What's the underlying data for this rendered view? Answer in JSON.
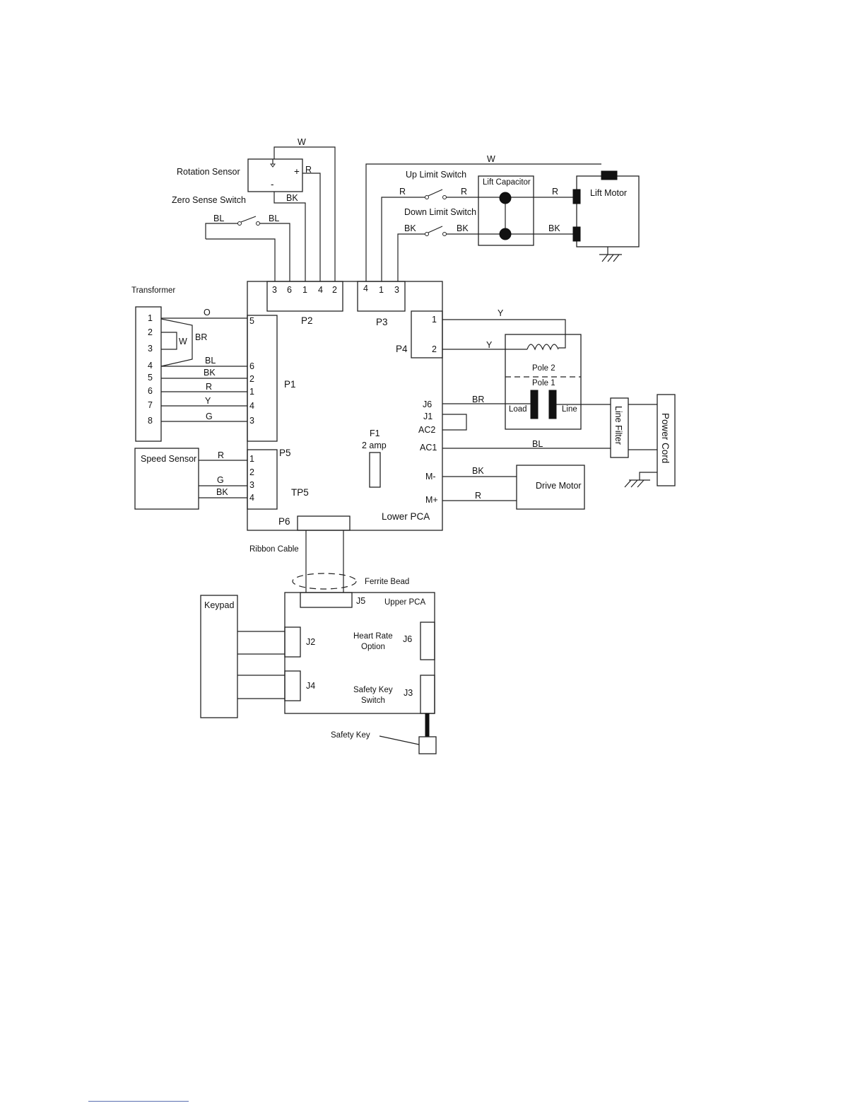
{
  "components": {
    "rotation_sensor": "Rotation Sensor",
    "zero_sense_switch": "Zero Sense Switch",
    "transformer": "Transformer",
    "speed_sensor": "Speed Sensor",
    "up_limit_switch": "Up Limit Switch",
    "down_limit_switch": "Down Limit Switch",
    "lift_capacitor": "Lift Capacitor",
    "lift_motor": "Lift Motor",
    "pole2": "Pole 2",
    "pole1": "Pole 1",
    "load": "Load",
    "line": "Line",
    "line_filter": "Line Filter",
    "power_cord": "Power Cord",
    "drive_motor": "Drive Motor",
    "lower_pca": "Lower PCA",
    "fuse": "F1",
    "fuse_rating": "2 amp",
    "tp5": "TP5",
    "ribbon_cable": "Ribbon Cable",
    "ferrite_bead": "Ferrite Bead",
    "upper_pca": "Upper PCA",
    "keypad": "Keypad",
    "heart_rate_1": "Heart Rate",
    "heart_rate_2": "Option",
    "safety_switch_1": "Safety Key",
    "safety_switch_2": "Switch",
    "safety_key": "Safety Key"
  },
  "connectors": {
    "p1": "P1",
    "p2": "P2",
    "p3": "P3",
    "p4": "P4",
    "p5": "P5",
    "p6": "P6",
    "j1": "J1",
    "j2": "J2",
    "j3": "J3",
    "j4": "J4",
    "j5": "J5",
    "j6_lower": "J6",
    "j6_upper": "J6",
    "ac1": "AC1",
    "ac2": "AC2",
    "m_minus": "M-",
    "m_plus": "M+"
  },
  "pins": {
    "p2": [
      "3",
      "6",
      "1",
      "4",
      "2"
    ],
    "p3": [
      "4",
      "1",
      "3"
    ],
    "p4": [
      "1",
      "2"
    ],
    "p1": [
      "5",
      "6",
      "2",
      "1",
      "4",
      "3"
    ],
    "p5": [
      "1",
      "2",
      "3",
      "4"
    ],
    "transformer": [
      "1",
      "2",
      "3",
      "4",
      "5",
      "6",
      "7",
      "8"
    ],
    "rot_plus": "+",
    "rot_minus": "-"
  },
  "wires": {
    "rot_w": "W",
    "rot_r": "R",
    "rot_bk": "BK",
    "zero_bl_left": "BL",
    "zero_bl_right": "BL",
    "lift_w": "W",
    "up_r_left": "R",
    "up_r_right": "R",
    "motor_r": "R",
    "down_bk_left": "BK",
    "down_bk_right": "BK",
    "motor_bk": "BK",
    "tr_o": "O",
    "tr_br": "BR",
    "tr_w": "W",
    "tr_bl": "BL",
    "tr_bk": "BK",
    "tr_r": "R",
    "tr_y": "Y",
    "tr_g": "G",
    "p4_y1": "Y",
    "p4_y2": "Y",
    "j6_br": "BR",
    "ac1_bl": "BL",
    "m_bk": "BK",
    "m_r": "R",
    "spd_r": "R",
    "spd_g": "G",
    "spd_bk": "BK"
  }
}
